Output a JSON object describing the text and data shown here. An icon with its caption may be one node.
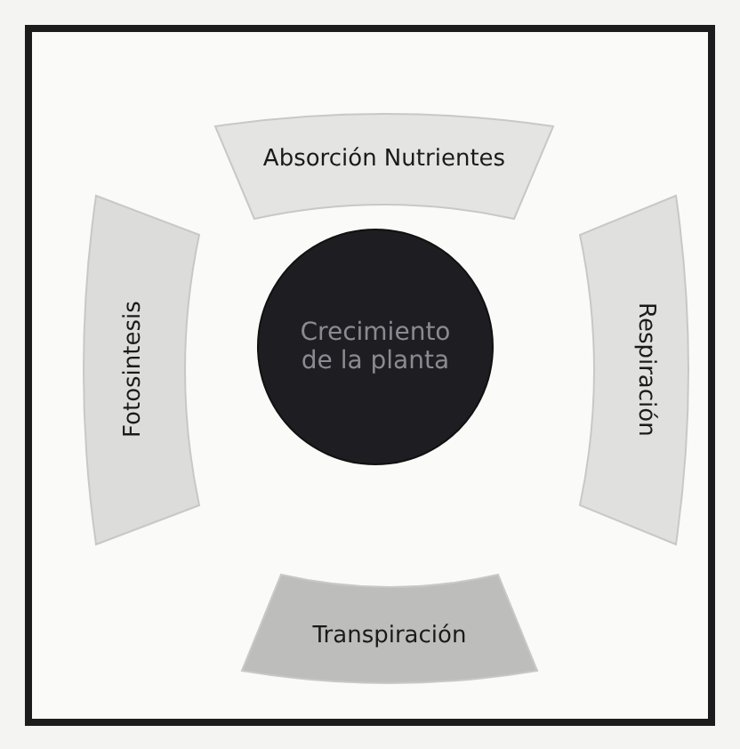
{
  "diagram": {
    "nodes": [
      {
        "text": [
          "Crecimiento de la planta"
        ]
      },
      {
        "text": [
          "Absorción Nutrientes"
        ]
      },
      {
        "text": [
          "Respiración"
        ]
      },
      {
        "text": [
          "Transpiración"
        ]
      },
      {
        "text": [
          "Fotosintesis"
        ]
      }
    ]
  }
}
